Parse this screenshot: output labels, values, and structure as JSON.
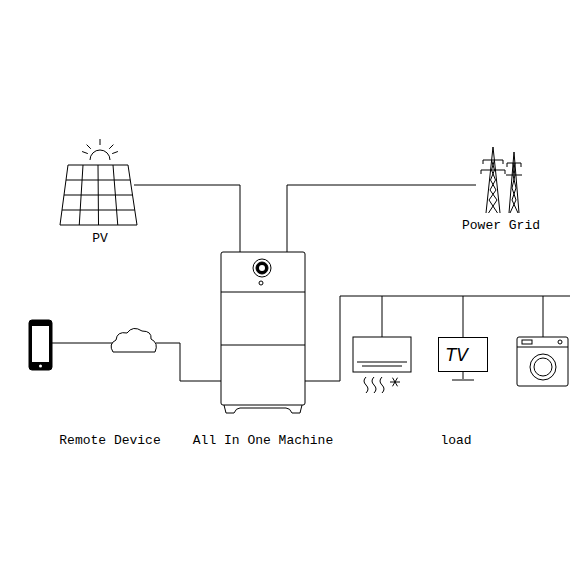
{
  "diagram": {
    "nodes": [
      {
        "text": [
          "PV"
        ]
      },
      {
        "text": [
          "Power Grid"
        ]
      },
      {
        "text": [
          "Remote Device"
        ]
      },
      {
        "text": [
          "All In One Machine"
        ]
      },
      {
        "text": [
          "load"
        ]
      },
      {
        "text": [
          "TV"
        ],
        "in": 4
      }
    ],
    "edges": [
      {
        "from": 0,
        "to": 3,
        "arrow": "none"
      },
      {
        "from": 1,
        "to": 3,
        "arrow": "none"
      },
      {
        "from": 2,
        "to": 3,
        "arrow": "none"
      },
      {
        "from": 3,
        "to": 4,
        "arrow": "none"
      }
    ]
  }
}
